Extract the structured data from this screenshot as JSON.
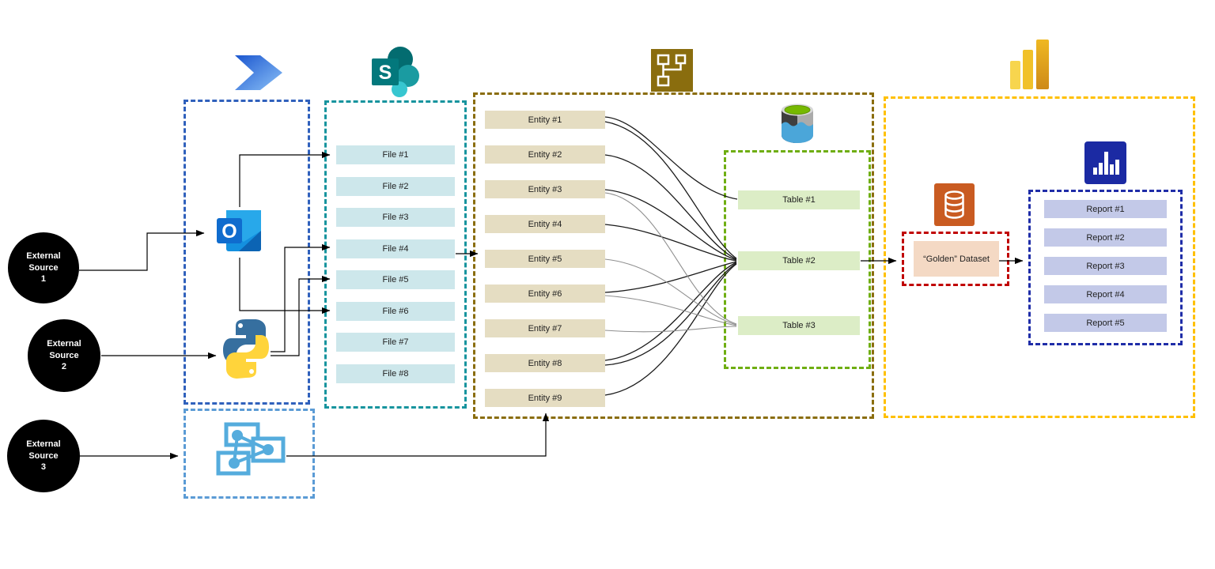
{
  "sources": [
    {
      "label": "External\nSource\n1"
    },
    {
      "label": "External\nSource\n2"
    },
    {
      "label": "External\nSource\n3"
    }
  ],
  "files": [
    "File #1",
    "File #2",
    "File #3",
    "File #4",
    "File #5",
    "File #6",
    "File #7",
    "File #8"
  ],
  "entities": [
    "Entity #1",
    "Entity #2",
    "Entity #3",
    "Entity #4",
    "Entity #5",
    "Entity #6",
    "Entity #7",
    "Entity #8",
    "Entity #9"
  ],
  "tables": [
    "Table #1",
    "Table #2",
    "Table #3"
  ],
  "reports": [
    "Report #1",
    "Report #2",
    "Report #3",
    "Report #4",
    "Report #5"
  ],
  "golden_dataset": {
    "label": "“Golden” Dataset"
  },
  "icons": {
    "power_automate": "power-automate-icon",
    "sharepoint": "sharepoint-icon",
    "sharepoint_letter": "S",
    "flowchart": "flowchart-icon",
    "data_lake": "data-lake-icon",
    "power_bi": "power-bi-icon",
    "outlook": "outlook-icon",
    "outlook_letter": "O",
    "python": "python-icon",
    "workflow": "workflow-icon",
    "database": "database-icon",
    "bar_chart": "bar-chart-icon"
  },
  "connections": {
    "source_flows": [
      {
        "from": "External Source 1",
        "to": "outlook-icon"
      },
      {
        "from": "External Source 2",
        "to": "python-icon"
      },
      {
        "from": "External Source 3",
        "to": "workflow-icon"
      },
      {
        "from": "outlook-icon",
        "to": [
          "File #1",
          "File #6"
        ]
      },
      {
        "from": "python-icon",
        "to": [
          "File #4",
          "File #5"
        ]
      },
      {
        "from": "workflow-icon",
        "to": "Entity #9"
      },
      {
        "from": "Files",
        "to": "Entity #5"
      },
      {
        "from": "Table #2",
        "to": "“Golden” Dataset"
      },
      {
        "from": "“Golden” Dataset",
        "to": "Reports"
      }
    ],
    "entity_to_table": [
      {
        "from": "Entity #1",
        "to": [
          "Table #1",
          "Table #2"
        ]
      },
      {
        "from": "Entity #2",
        "to": [
          "Table #2"
        ]
      },
      {
        "from": "Entity #3",
        "to": [
          "Table #2",
          "Table #3"
        ]
      },
      {
        "from": "Entity #4",
        "to": [
          "Table #2"
        ]
      },
      {
        "from": "Entity #5",
        "to": [
          "Table #3"
        ]
      },
      {
        "from": "Entity #6",
        "to": [
          "Table #2",
          "Table #3"
        ]
      },
      {
        "from": "Entity #7",
        "to": [
          "Table #3"
        ]
      },
      {
        "from": "Entity #8",
        "to": [
          "Table #2"
        ]
      },
      {
        "from": "Entity #9",
        "to": [
          "Table #2"
        ]
      }
    ]
  },
  "colors": {
    "automation_box": "#3061BC",
    "desktop_flow_box": "#5B9BD5",
    "sharepoint_box": "#17949E",
    "entities_box": "#8A6D0E",
    "tables_box": "#6FAE12",
    "powerbi_box": "#FFC000",
    "golden_box": "#C00000",
    "reports_box": "#1F2DA8",
    "file_fill": "#CDE7EB",
    "entity_fill": "#E5DDC2",
    "table_fill": "#DCEDC6",
    "report_fill": "#C3C9E8",
    "golden_fill": "#F4D9C4",
    "source_fill": "#000000",
    "connector": "#000000",
    "connector_gray": "#8F8F8F"
  }
}
